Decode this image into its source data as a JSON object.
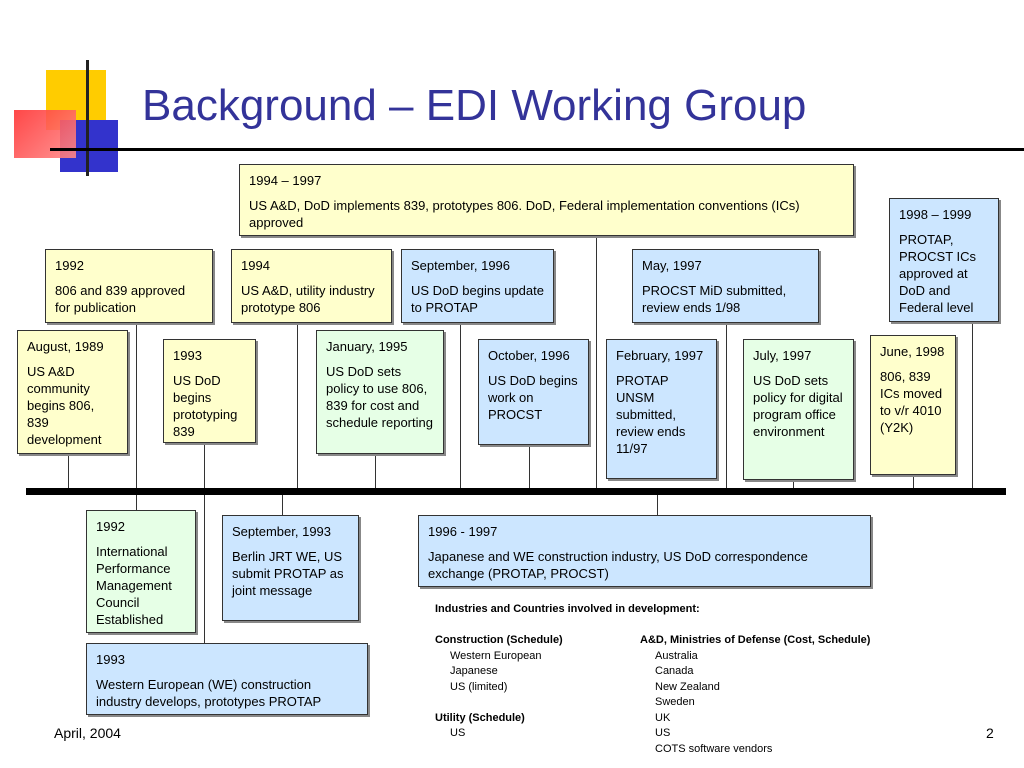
{
  "slide": {
    "title": "Background – EDI Working Group",
    "footer_date": "April, 2004",
    "page_number": "2"
  },
  "colors": {
    "title": "#333399",
    "yellow_box": "#ffffcc",
    "blue_box": "#cce6ff",
    "green_box": "#e6ffe6"
  },
  "top_boxes": [
    {
      "date": "1994 – 1997",
      "text": "US A&D, DoD implements 839, prototypes 806.  DoD, Federal implementation conventions (ICs) approved"
    },
    {
      "date": "1998 – 1999",
      "text": "PROTAP, PROCST ICs approved at DoD and Federal level"
    },
    {
      "date": "1992",
      "text": "806 and 839 approved for publication"
    },
    {
      "date": "1994",
      "text": "US A&D, utility industry prototype 806"
    },
    {
      "date": "September, 1996",
      "text": "US DoD begins update to PROTAP"
    },
    {
      "date": "May, 1997",
      "text": "PROCST MiD submitted, review ends 1/98"
    },
    {
      "date": "August, 1989",
      "text": "US A&D community begins 806, 839 development"
    },
    {
      "date": "1993",
      "text": "US DoD begins prototyping 839"
    },
    {
      "date": "January, 1995",
      "text": "US DoD sets policy to use 806, 839 for cost and schedule reporting"
    },
    {
      "date": "October, 1996",
      "text": "US DoD begins work on PROCST"
    },
    {
      "date": "February, 1997",
      "text": "PROTAP UNSM submitted, review ends 11/97"
    },
    {
      "date": "July, 1997",
      "text": "US DoD sets policy for digital program office environment"
    },
    {
      "date": "June, 1998",
      "text": "806, 839 ICs moved to v/r 4010 (Y2K)"
    }
  ],
  "bottom_boxes": [
    {
      "date": "1992",
      "text": "International Performance Management Council Established"
    },
    {
      "date": "September, 1993",
      "text": "Berlin JRT WE, US submit PROTAP as joint message"
    },
    {
      "date": "1996 - 1997",
      "text": "Japanese and WE construction industry, US DoD correspondence exchange (PROTAP, PROCST)"
    },
    {
      "date": "1993",
      "text": "Western European (WE) construction industry develops, prototypes PROTAP"
    }
  ],
  "industries": {
    "heading": "Industries and Countries involved in development:",
    "construction_heading": "Construction (Schedule)",
    "construction_items": [
      "Western European",
      "Japanese",
      "US (limited)"
    ],
    "utility_heading": "Utility (Schedule)",
    "utility_items": [
      "US"
    ],
    "ad_heading": "A&D, Ministries of Defense (Cost, Schedule)",
    "ad_items": [
      "Australia",
      "Canada",
      "New Zealand",
      "Sweden",
      "UK",
      "US",
      "COTS software vendors"
    ]
  }
}
